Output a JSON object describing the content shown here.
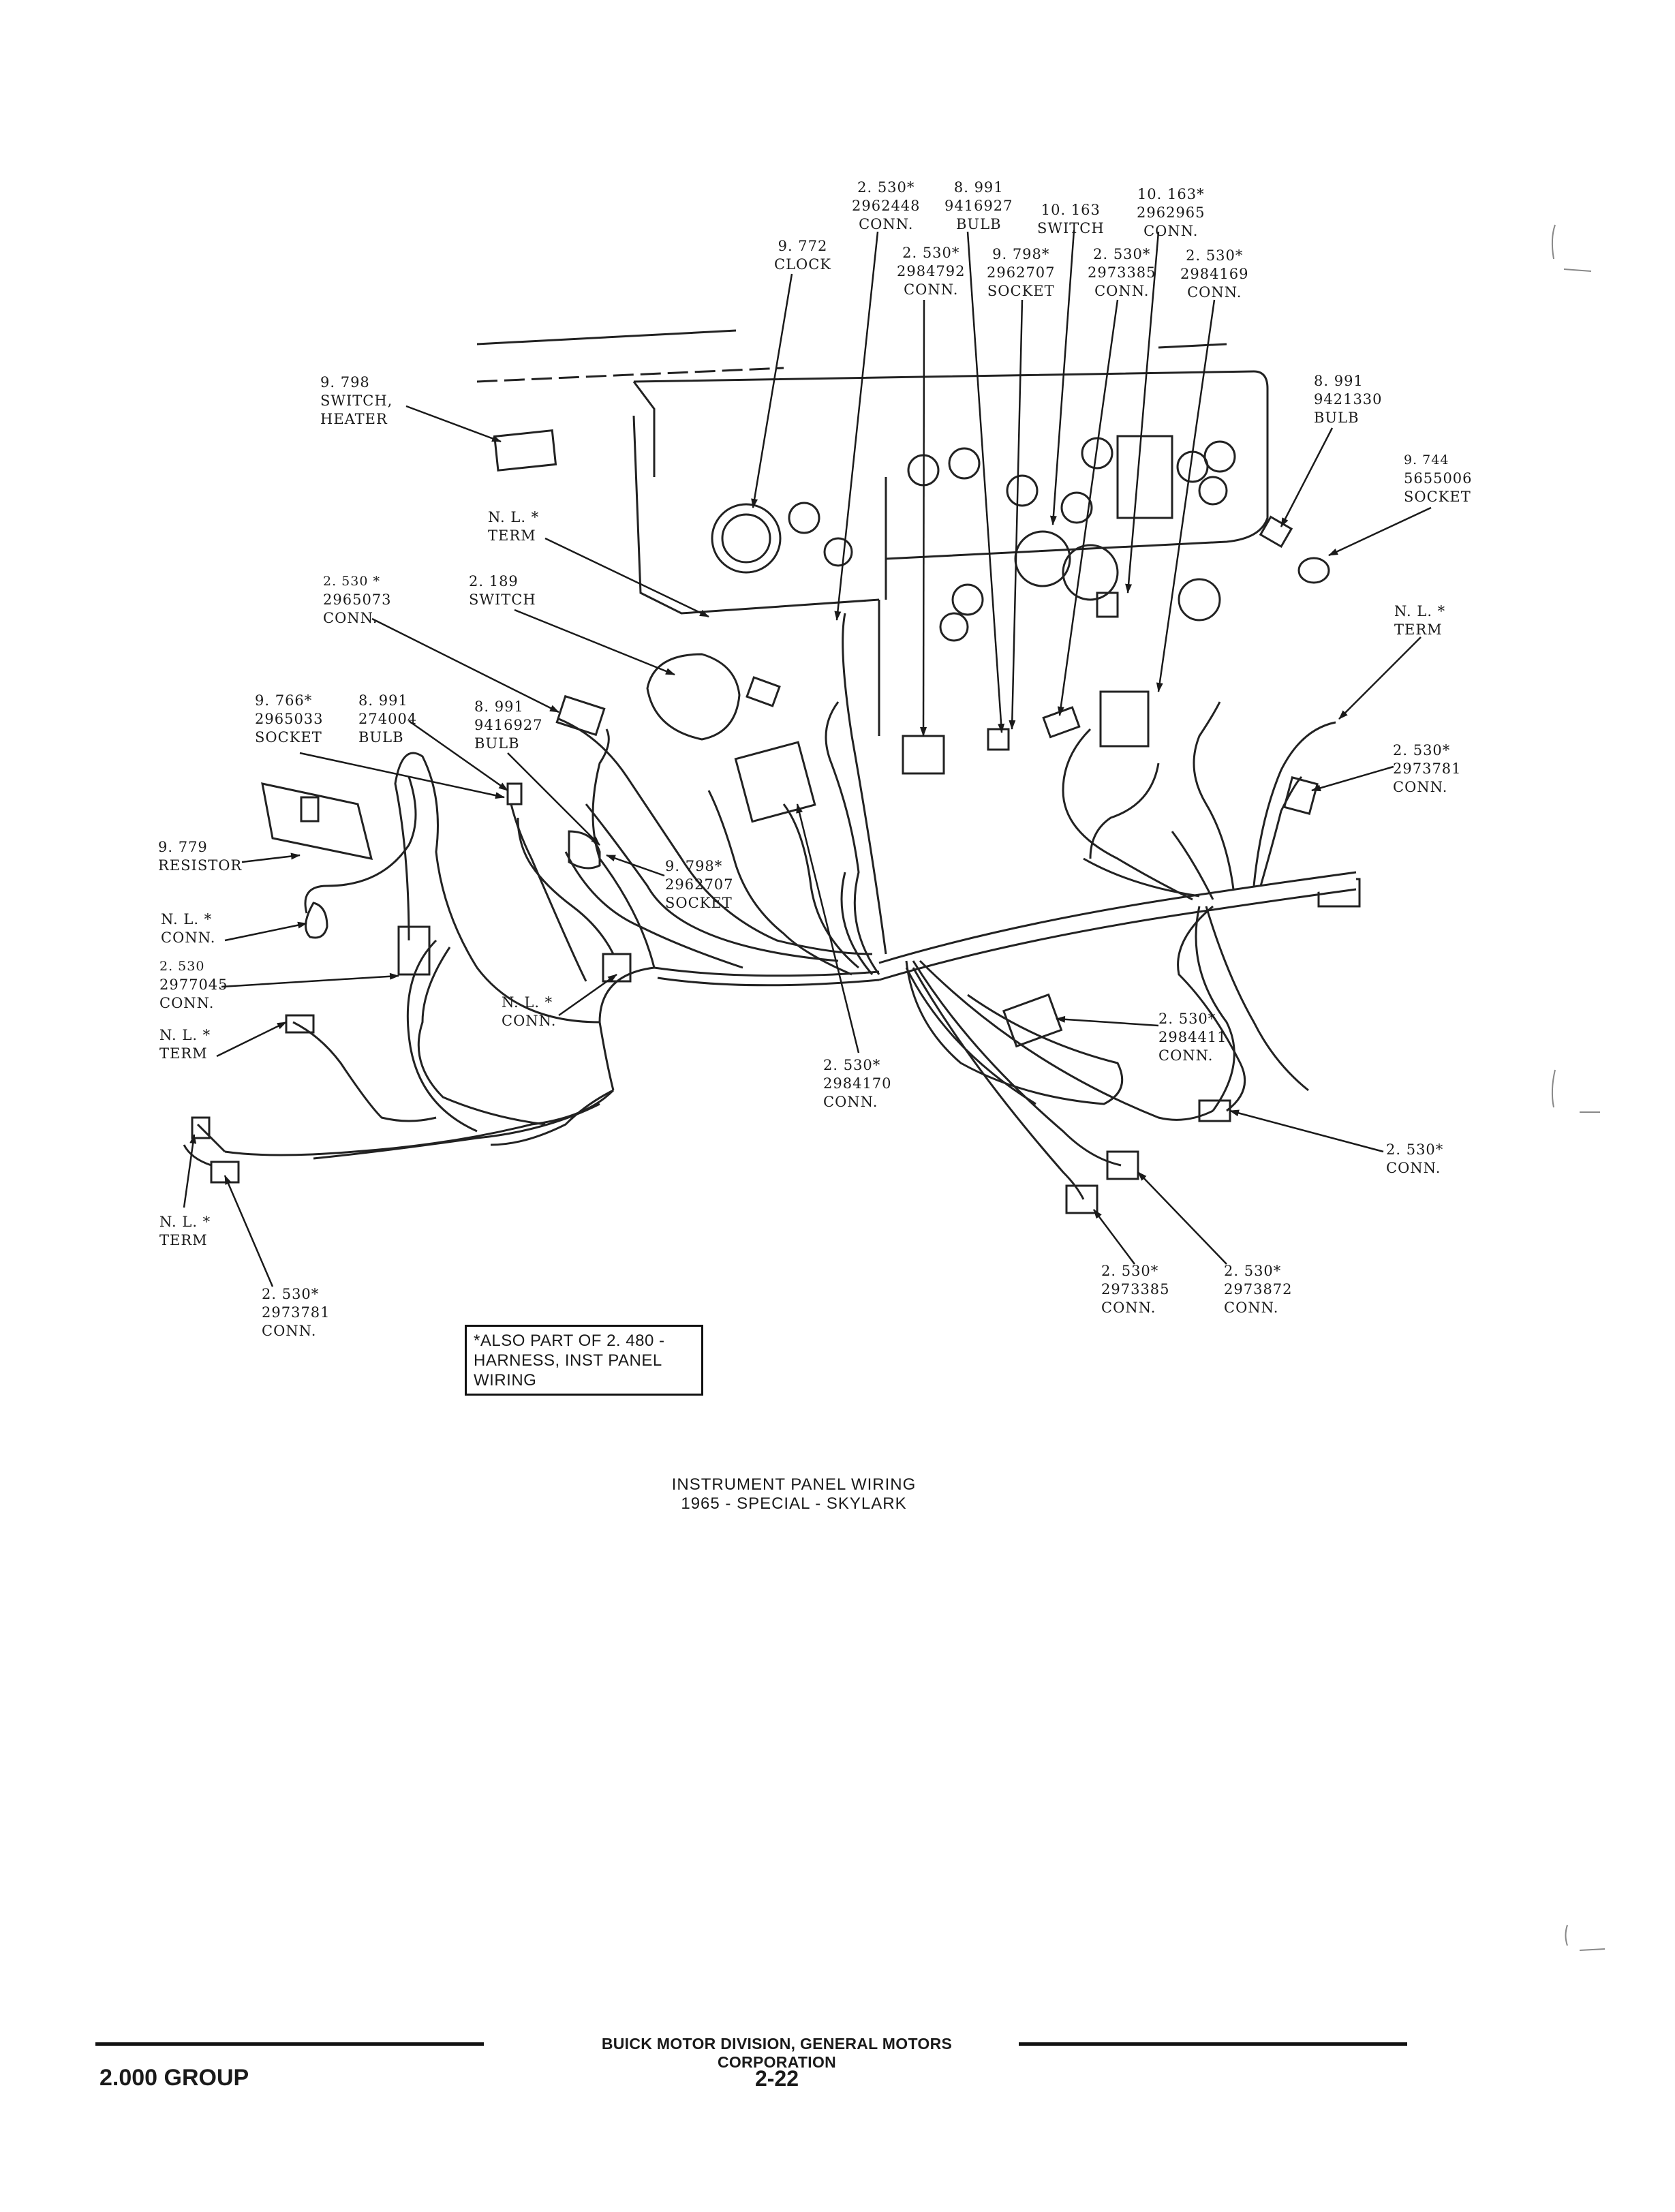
{
  "labels": {
    "conn_2962448": [
      "2. 530*",
      "2962448",
      "CONN."
    ],
    "bulb_9416927_top": [
      "8. 991",
      "9416927",
      "BULB"
    ],
    "switch_10163": [
      "10. 163",
      "SWITCH"
    ],
    "conn_2962965": [
      "10. 163*",
      "2962965",
      "CONN."
    ],
    "clock": [
      "9. 772",
      "CLOCK"
    ],
    "conn_2984792": [
      "2. 530*",
      "2984792",
      "CONN."
    ],
    "socket_2962707_top": [
      "9. 798*",
      "2962707",
      "SOCKET"
    ],
    "conn_2973385_top": [
      "2. 530*",
      "2973385",
      "CONN."
    ],
    "conn_2984169": [
      "2. 530*",
      "2984169",
      "CONN."
    ],
    "switch_heater": [
      "9. 798",
      "SWITCH,",
      "HEATER"
    ],
    "bulb_9421330": [
      "8. 991",
      "9421330",
      "BULB"
    ],
    "socket_5655006": [
      "9. 744",
      "5655006",
      "SOCKET"
    ],
    "term_left_top": [
      "N. L. *",
      "TERM"
    ],
    "conn_2965073": [
      "2. 530 *",
      "2965073",
      "CONN."
    ],
    "switch_2189": [
      "2. 189",
      "SWITCH"
    ],
    "term_right": [
      "N. L. *",
      "TERM"
    ],
    "socket_2965033": [
      "9. 766*",
      "2965033",
      "SOCKET"
    ],
    "bulb_274004": [
      "8. 991",
      "274004",
      "BULB"
    ],
    "bulb_9416927_mid": [
      "8. 991",
      "9416927",
      "BULB"
    ],
    "conn_2973781_right": [
      "2. 530*",
      "2973781",
      "CONN."
    ],
    "resistor": [
      "9. 779",
      "RESISTOR"
    ],
    "socket_2962707_mid": [
      "9. 798*",
      "2962707",
      "SOCKET"
    ],
    "conn_left": [
      "N. L. *",
      "CONN."
    ],
    "conn_2977045": [
      "2. 530",
      "2977045",
      "CONN."
    ],
    "conn_mid": [
      "N. L. *",
      "CONN."
    ],
    "term_left_mid": [
      "N. L. *",
      "TERM"
    ],
    "conn_2984411": [
      "2. 530*",
      "2984411",
      "CONN."
    ],
    "conn_2984170": [
      "2. 530*",
      "2984170",
      "CONN."
    ],
    "conn_right_low": [
      "2. 530*",
      "CONN."
    ],
    "term_left_low": [
      "N. L. *",
      "TERM"
    ],
    "conn_2973781_bottom": [
      "2. 530*",
      "2973781",
      "CONN."
    ],
    "conn_2973385_bottom": [
      "2. 530*",
      "2973385",
      "CONN."
    ],
    "conn_2973872": [
      "2. 530*",
      "2973872",
      "CONN."
    ]
  },
  "note": [
    "*ALSO PART OF 2. 480 -",
    "HARNESS, INST PANEL",
    "WIRING"
  ],
  "caption": [
    "INSTRUMENT PANEL WIRING",
    "1965 - SPECIAL - SKYLARK"
  ],
  "footer": {
    "publisher": "BUICK MOTOR DIVISION, GENERAL MOTORS CORPORATION",
    "group": "2.000 GROUP",
    "page": "2-22"
  }
}
